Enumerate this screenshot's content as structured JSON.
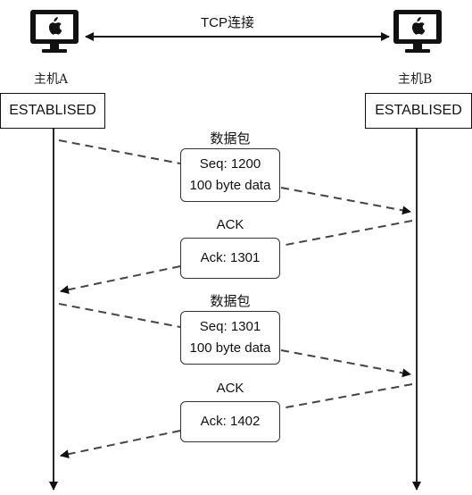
{
  "connection": {
    "label": "TCP连接"
  },
  "hosts": [
    {
      "name": "主机A",
      "state": "ESTABLISED",
      "icon": "desktop-computer-icon"
    },
    {
      "name": "主机B",
      "state": "ESTABLISED",
      "icon": "desktop-computer-icon"
    }
  ],
  "messages": [
    {
      "title": "数据包",
      "lines": [
        "Seq: 1200",
        "100 byte data"
      ],
      "direction": "A-to-B"
    },
    {
      "title": "ACK",
      "lines": [
        "Ack: 1301"
      ],
      "direction": "B-to-A"
    },
    {
      "title": "数据包",
      "lines": [
        "Seq: 1301",
        "100 byte data"
      ],
      "direction": "A-to-B"
    },
    {
      "title": "ACK",
      "lines": [
        "Ack: 1402"
      ],
      "direction": "B-to-A"
    }
  ],
  "colors": {
    "line": "#111111",
    "dash": "#444444",
    "icon": "#111111"
  }
}
